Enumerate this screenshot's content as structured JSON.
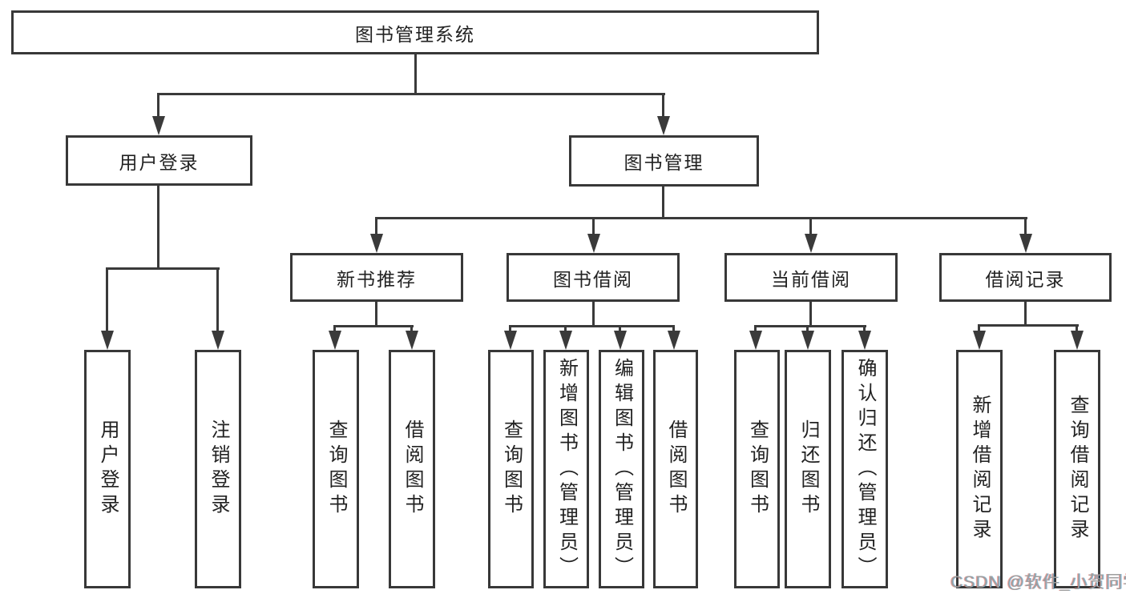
{
  "colors": {
    "line": "#3a3a3a",
    "box_border": "#383838",
    "text": "#222222",
    "background": "#ffffff",
    "watermark": "#9e9e9e"
  },
  "tree": {
    "label": "图书管理系统",
    "children": [
      {
        "label": "用户登录",
        "children": [
          {
            "label": "用户登录"
          },
          {
            "label": "注销登录"
          }
        ]
      },
      {
        "label": "图书管理",
        "children": [
          {
            "label": "新书推荐",
            "children": [
              {
                "label": "查询图书"
              },
              {
                "label": "借阅图书"
              }
            ]
          },
          {
            "label": "图书借阅",
            "children": [
              {
                "label": "查询图书"
              },
              {
                "label": "新增图书（管理员）"
              },
              {
                "label": "编辑图书（管理员）"
              },
              {
                "label": "借阅图书"
              }
            ]
          },
          {
            "label": "当前借阅",
            "children": [
              {
                "label": "查询图书"
              },
              {
                "label": "归还图书"
              },
              {
                "label": "确认归还（管理员）"
              }
            ]
          },
          {
            "label": "借阅记录",
            "children": [
              {
                "label": "新增借阅记录"
              },
              {
                "label": "查询借阅记录"
              }
            ]
          }
        ]
      }
    ]
  },
  "watermark": {
    "text": "CSDN @软件_小贺同学"
  }
}
